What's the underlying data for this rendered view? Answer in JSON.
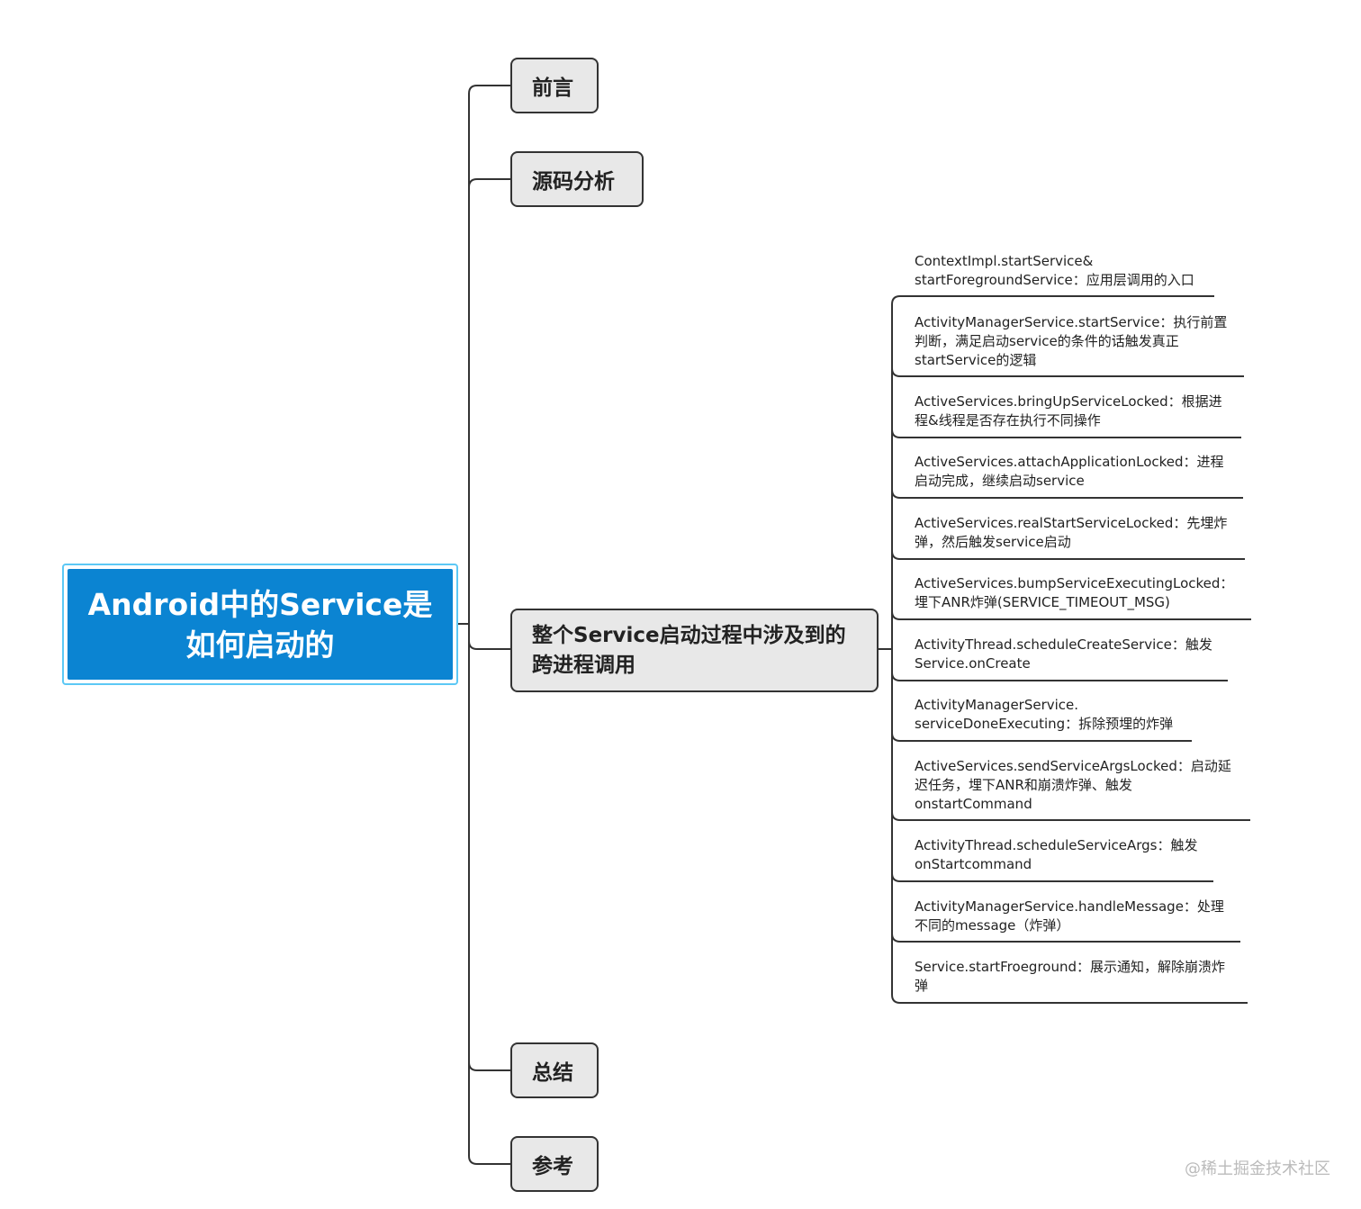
{
  "root": {
    "title": "Android中的Service是\n如何启动的"
  },
  "branches": {
    "preface": "前言",
    "source_analysis": "源码分析",
    "ipc": "整个Service启动过程中涉及到的跨进程调用",
    "summary": "总结",
    "references": "参考"
  },
  "ipc_calls": [
    "ContextImpl.startService&\nstartForegroundService：应用层调用的入口",
    "ActivityManagerService.startService：执行前置\n判断，满足启动service的条件的话触发真正\nstartService的逻辑",
    "ActiveServices.bringUpServiceLocked：根据进\n程&线程是否存在执行不同操作",
    "ActiveServices.attachApplicationLocked：进程\n启动完成，继续启动service",
    "ActiveServices.realStartServiceLocked：先埋炸\n弹，然后触发service启动",
    "ActiveServices.bumpServiceExecutingLocked：\n埋下ANR炸弹(SERVICE_TIMEOUT_MSG)",
    "ActivityThread.scheduleCreateService：触发\nService.onCreate",
    "ActivityManagerService.\nserviceDoneExecuting：拆除预埋的炸弹",
    "ActiveServices.sendServiceArgsLocked：启动延\n迟任务，埋下ANR和崩溃炸弹、触发\nonstartCommand",
    "ActivityThread.scheduleServiceArgs：触发\nonStartcommand",
    "ActivityManagerService.handleMessage：处理\n不同的message（炸弹）",
    "Service.startFroeground：展示通知，解除崩溃炸\n弹"
  ],
  "watermark": "@稀土掘金技术社区",
  "colors": {
    "root_fill": "#0b84d2",
    "root_outline": "#5cc8f5",
    "node_fill": "#e8e8e8",
    "line": "#333333"
  }
}
